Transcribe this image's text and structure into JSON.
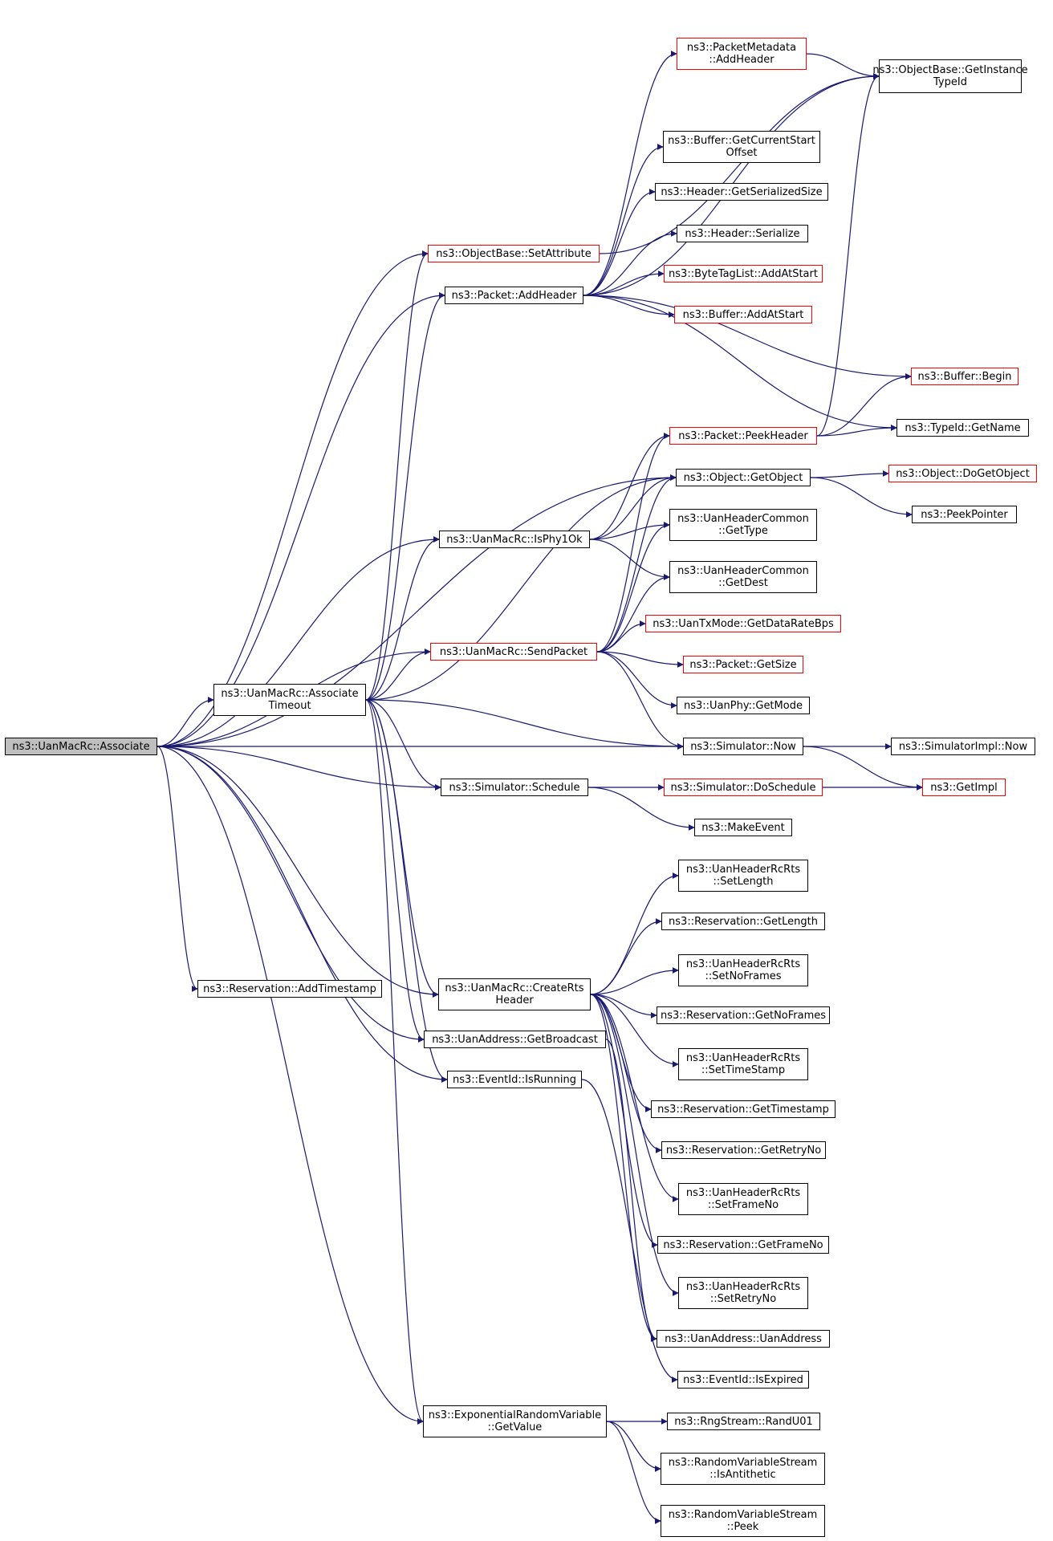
{
  "colors": {
    "edge": "#191970",
    "node_border": "#000000",
    "node_border_truncated": "#ff0000",
    "root_fill": "#bfbfbf"
  },
  "nodes": {
    "associate": {
      "lines": [
        "ns3::UanMacRc::Associate"
      ]
    },
    "associate_timeout": {
      "lines": [
        "ns3::UanMacRc::Associate",
        "Timeout"
      ]
    },
    "set_attribute": {
      "lines": [
        "ns3::ObjectBase::SetAttribute"
      ]
    },
    "packet_add_header": {
      "lines": [
        "ns3::Packet::AddHeader"
      ]
    },
    "is_phy1ok": {
      "lines": [
        "ns3::UanMacRc::IsPhy1Ok"
      ]
    },
    "send_packet": {
      "lines": [
        "ns3::UanMacRc::SendPacket"
      ]
    },
    "sim_schedule": {
      "lines": [
        "ns3::Simulator::Schedule"
      ]
    },
    "add_timestamp": {
      "lines": [
        "ns3::Reservation::AddTimestamp"
      ]
    },
    "create_rts_header": {
      "lines": [
        "ns3::UanMacRc::CreateRts",
        "Header"
      ]
    },
    "get_broadcast": {
      "lines": [
        "ns3::UanAddress::GetBroadcast"
      ]
    },
    "eventid_is_running": {
      "lines": [
        "ns3::EventId::IsRunning"
      ]
    },
    "exp_get_value": {
      "lines": [
        "ns3::ExponentialRandomVariable",
        "::GetValue"
      ]
    },
    "metadata_add_header": {
      "lines": [
        "ns3::PacketMetadata",
        "::AddHeader"
      ]
    },
    "get_current_start_offset": {
      "lines": [
        "ns3::Buffer::GetCurrentStart",
        "Offset"
      ]
    },
    "header_get_serialized_size": {
      "lines": [
        "ns3::Header::GetSerializedSize"
      ]
    },
    "header_serialize": {
      "lines": [
        "ns3::Header::Serialize"
      ]
    },
    "bytetag_add_at_start": {
      "lines": [
        "ns3::ByteTagList::AddAtStart"
      ]
    },
    "buffer_add_at_start": {
      "lines": [
        "ns3::Buffer::AddAtStart"
      ]
    },
    "peek_header": {
      "lines": [
        "ns3::Packet::PeekHeader"
      ]
    },
    "get_object": {
      "lines": [
        "ns3::Object::GetObject"
      ]
    },
    "common_get_type": {
      "lines": [
        "ns3::UanHeaderCommon",
        "::GetType"
      ]
    },
    "common_get_dest": {
      "lines": [
        "ns3::UanHeaderCommon",
        "::GetDest"
      ]
    },
    "get_data_rate_bps": {
      "lines": [
        "ns3::UanTxMode::GetDataRateBps"
      ]
    },
    "packet_get_size": {
      "lines": [
        "ns3::Packet::GetSize"
      ]
    },
    "phy_get_mode": {
      "lines": [
        "ns3::UanPhy::GetMode"
      ]
    },
    "sim_now": {
      "lines": [
        "ns3::Simulator::Now"
      ]
    },
    "sim_do_schedule": {
      "lines": [
        "ns3::Simulator::DoSchedule"
      ]
    },
    "make_event": {
      "lines": [
        "ns3::MakeEvent"
      ]
    },
    "rts_set_length": {
      "lines": [
        "ns3::UanHeaderRcRts",
        "::SetLength"
      ]
    },
    "res_get_length": {
      "lines": [
        "ns3::Reservation::GetLength"
      ]
    },
    "rts_set_no_frames": {
      "lines": [
        "ns3::UanHeaderRcRts",
        "::SetNoFrames"
      ]
    },
    "res_get_no_frames": {
      "lines": [
        "ns3::Reservation::GetNoFrames"
      ]
    },
    "rts_set_time_stamp": {
      "lines": [
        "ns3::UanHeaderRcRts",
        "::SetTimeStamp"
      ]
    },
    "res_get_timestamp": {
      "lines": [
        "ns3::Reservation::GetTimestamp"
      ]
    },
    "res_get_retry_no": {
      "lines": [
        "ns3::Reservation::GetRetryNo"
      ]
    },
    "rts_set_frame_no": {
      "lines": [
        "ns3::UanHeaderRcRts",
        "::SetFrameNo"
      ]
    },
    "res_get_frame_no": {
      "lines": [
        "ns3::Reservation::GetFrameNo"
      ]
    },
    "rts_set_retry_no": {
      "lines": [
        "ns3::UanHeaderRcRts",
        "::SetRetryNo"
      ]
    },
    "uan_address_ctor": {
      "lines": [
        "ns3::UanAddress::UanAddress"
      ]
    },
    "eventid_is_expired": {
      "lines": [
        "ns3::EventId::IsExpired"
      ]
    },
    "rng_rand_u01": {
      "lines": [
        "ns3::RngStream::RandU01"
      ]
    },
    "rvs_is_antithetic": {
      "lines": [
        "ns3::RandomVariableStream",
        "::IsAntithetic"
      ]
    },
    "rvs_peek": {
      "lines": [
        "ns3::RandomVariableStream",
        "::Peek"
      ]
    },
    "get_instance_type_id": {
      "lines": [
        "ns3::ObjectBase::GetInstance",
        "TypeId"
      ]
    },
    "buffer_begin": {
      "lines": [
        "ns3::Buffer::Begin"
      ]
    },
    "typeid_get_name": {
      "lines": [
        "ns3::TypeId::GetName"
      ]
    },
    "do_get_object": {
      "lines": [
        "ns3::Object::DoGetObject"
      ]
    },
    "peek_pointer": {
      "lines": [
        "ns3::PeekPointer"
      ]
    },
    "simulator_impl_now": {
      "lines": [
        "ns3::SimulatorImpl::Now"
      ]
    },
    "get_impl": {
      "lines": [
        "ns3::GetImpl"
      ]
    }
  },
  "edges": [
    [
      "associate",
      "associate_timeout"
    ],
    [
      "associate",
      "set_attribute"
    ],
    [
      "associate",
      "packet_add_header"
    ],
    [
      "associate",
      "get_object"
    ],
    [
      "associate",
      "is_phy1ok"
    ],
    [
      "associate",
      "send_packet"
    ],
    [
      "associate",
      "sim_now"
    ],
    [
      "associate",
      "sim_schedule"
    ],
    [
      "associate",
      "create_rts_header"
    ],
    [
      "associate",
      "add_timestamp"
    ],
    [
      "associate",
      "get_broadcast"
    ],
    [
      "associate",
      "eventid_is_running"
    ],
    [
      "associate",
      "exp_get_value"
    ],
    [
      "associate_timeout",
      "set_attribute"
    ],
    [
      "associate_timeout",
      "packet_add_header"
    ],
    [
      "associate_timeout",
      "get_object"
    ],
    [
      "associate_timeout",
      "is_phy1ok"
    ],
    [
      "associate_timeout",
      "send_packet"
    ],
    [
      "associate_timeout",
      "sim_now"
    ],
    [
      "associate_timeout",
      "sim_schedule"
    ],
    [
      "associate_timeout",
      "create_rts_header"
    ],
    [
      "associate_timeout",
      "get_broadcast"
    ],
    [
      "associate_timeout",
      "eventid_is_running"
    ],
    [
      "associate_timeout",
      "exp_get_value"
    ],
    [
      "set_attribute",
      "get_instance_type_id"
    ],
    [
      "packet_add_header",
      "metadata_add_header"
    ],
    [
      "packet_add_header",
      "get_instance_type_id"
    ],
    [
      "packet_add_header",
      "get_current_start_offset"
    ],
    [
      "packet_add_header",
      "header_get_serialized_size"
    ],
    [
      "packet_add_header",
      "header_serialize"
    ],
    [
      "packet_add_header",
      "bytetag_add_at_start"
    ],
    [
      "packet_add_header",
      "buffer_add_at_start"
    ],
    [
      "packet_add_header",
      "buffer_begin"
    ],
    [
      "packet_add_header",
      "typeid_get_name"
    ],
    [
      "metadata_add_header",
      "get_instance_type_id"
    ],
    [
      "peek_header",
      "get_instance_type_id"
    ],
    [
      "peek_header",
      "buffer_begin"
    ],
    [
      "peek_header",
      "typeid_get_name"
    ],
    [
      "get_object",
      "do_get_object"
    ],
    [
      "get_object",
      "peek_pointer"
    ],
    [
      "is_phy1ok",
      "peek_header"
    ],
    [
      "is_phy1ok",
      "get_object"
    ],
    [
      "is_phy1ok",
      "common_get_type"
    ],
    [
      "is_phy1ok",
      "common_get_dest"
    ],
    [
      "send_packet",
      "peek_header"
    ],
    [
      "send_packet",
      "get_object"
    ],
    [
      "send_packet",
      "common_get_type"
    ],
    [
      "send_packet",
      "common_get_dest"
    ],
    [
      "send_packet",
      "get_data_rate_bps"
    ],
    [
      "send_packet",
      "packet_get_size"
    ],
    [
      "send_packet",
      "phy_get_mode"
    ],
    [
      "send_packet",
      "sim_now"
    ],
    [
      "sim_now",
      "simulator_impl_now"
    ],
    [
      "sim_now",
      "get_impl"
    ],
    [
      "sim_schedule",
      "sim_do_schedule"
    ],
    [
      "sim_schedule",
      "make_event"
    ],
    [
      "sim_do_schedule",
      "get_impl"
    ],
    [
      "create_rts_header",
      "rts_set_length"
    ],
    [
      "create_rts_header",
      "res_get_length"
    ],
    [
      "create_rts_header",
      "rts_set_no_frames"
    ],
    [
      "create_rts_header",
      "res_get_no_frames"
    ],
    [
      "create_rts_header",
      "rts_set_time_stamp"
    ],
    [
      "create_rts_header",
      "res_get_timestamp"
    ],
    [
      "create_rts_header",
      "res_get_retry_no"
    ],
    [
      "create_rts_header",
      "rts_set_frame_no"
    ],
    [
      "create_rts_header",
      "res_get_frame_no"
    ],
    [
      "create_rts_header",
      "rts_set_retry_no"
    ],
    [
      "create_rts_header",
      "uan_address_ctor"
    ],
    [
      "get_broadcast",
      "uan_address_ctor"
    ],
    [
      "eventid_is_running",
      "eventid_is_expired"
    ],
    [
      "exp_get_value",
      "rng_rand_u01"
    ],
    [
      "exp_get_value",
      "rvs_is_antithetic"
    ],
    [
      "exp_get_value",
      "rvs_peek"
    ]
  ]
}
